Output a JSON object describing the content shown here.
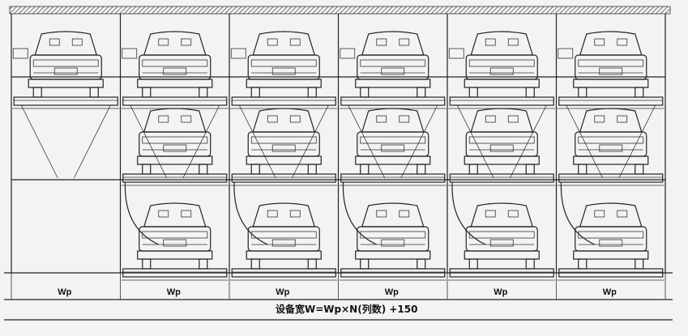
{
  "diagram": {
    "columns": 6,
    "column_label": "Wp",
    "column_labels": [
      "Wp",
      "Wp",
      "Wp",
      "Wp",
      "Wp",
      "Wp"
    ],
    "width_formula": "设备宽W=Wp×N(列数) +150",
    "levels": [
      {
        "name": "top",
        "cars_per_column": [
          1,
          1,
          1,
          1,
          1,
          1
        ]
      },
      {
        "name": "middle",
        "cars_per_column": [
          0,
          1,
          1,
          1,
          1,
          1
        ]
      },
      {
        "name": "ground",
        "cars_per_column": [
          0,
          1,
          1,
          1,
          1,
          1
        ]
      }
    ]
  }
}
